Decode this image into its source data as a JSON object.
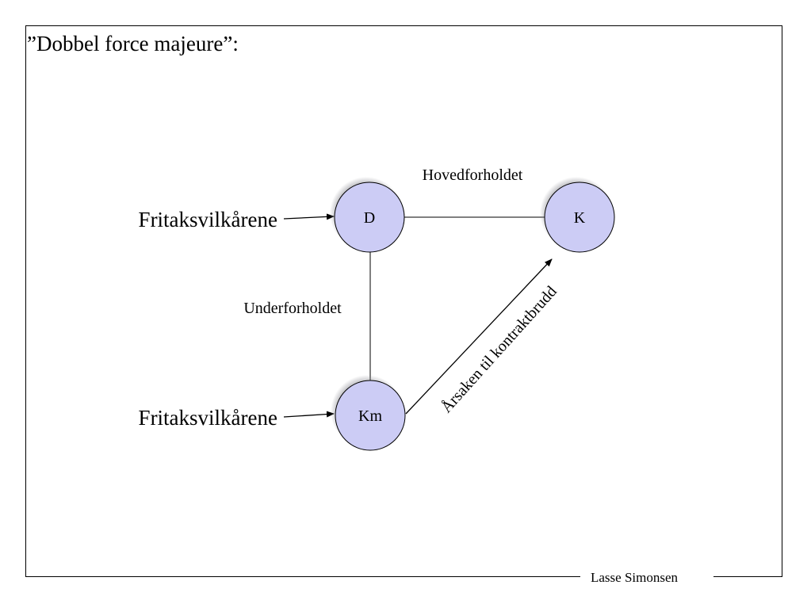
{
  "title": "”Dobbel force majeure”:",
  "footer": "Lasse Simonsen",
  "colors": {
    "node_fill": "#ccccf5",
    "node_stroke": "#000000",
    "shadow": "#9a9aa0",
    "line": "#000000"
  },
  "nodes": {
    "d": "D",
    "k": "K",
    "km": "Km"
  },
  "edges": {
    "main_relation": "Hovedforholdet",
    "sub_relation": "Underforholdet",
    "cause": "Årsaken til kontraktbrudd"
  },
  "exemptions": {
    "top": "Fritaksvilkårene",
    "bottom": "Fritaksvilkårene"
  }
}
